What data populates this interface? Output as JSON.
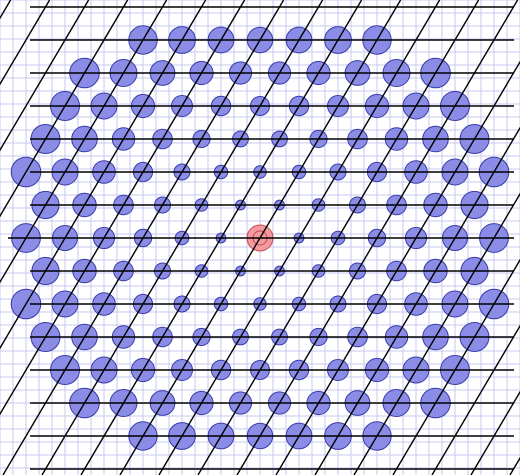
{
  "lattice": {
    "rows_from_center": [
      -6,
      6
    ],
    "columns_per_row": {
      "min": -8,
      "max": 8
    },
    "max_radius": 6.3,
    "center": {
      "row": 0,
      "col": 0
    }
  },
  "colors": {
    "background": "#ffffff",
    "grid": "#c8c8f0",
    "line": "#000000",
    "dot_fill": "#8a8ce6",
    "dot_stroke": "#3a3caa",
    "center_fill": "#f29aa0",
    "center_stroke": "#c84850"
  }
}
